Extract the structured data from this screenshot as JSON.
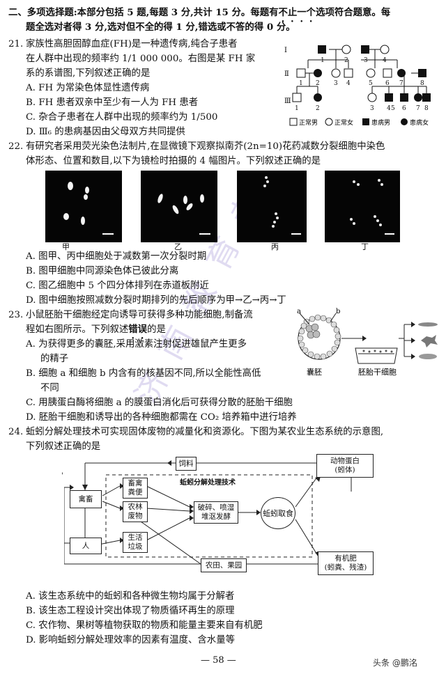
{
  "section": {
    "line1_a": "二、多项选择题:本部分包括 5 题,每题 3 分,共计 15 分。每题有",
    "line1_em": "不止一个",
    "line1_b": "选项符合题意。每",
    "line2": "题全选对者得 3 分,选对但不全的得 1 分,错选或不答的得 0 分。"
  },
  "q21": {
    "num": "21.",
    "stem": [
      "家族性高胆固醇血症(FH)是一种遗传病,纯合子患者",
      "在人群中出现的频率约 1/1 000 000。右图是某 FH 家",
      "系的系谱图,下列叙述正确的是"
    ],
    "options": [
      "A. FH 为常染色体显性遗传病",
      "B. FH 患者双亲中至少有一人为 FH 患者",
      "C. 杂合子患者在人群中出现的频率约为 1/500",
      "D. Ⅲ₆ 的患病基因由父母双方共同提供"
    ],
    "pedigree": {
      "gen_labels": [
        "Ⅰ",
        "Ⅱ",
        "Ⅲ"
      ],
      "g1_nums": [
        "1",
        "2",
        "3",
        "4"
      ],
      "g2_nums": [
        "1",
        "2",
        "3",
        "4",
        "5",
        "6",
        "7",
        "8"
      ],
      "g3_nums": [
        "1",
        "2",
        "3",
        "4",
        "5",
        "6",
        "7",
        "8"
      ],
      "legend": [
        "正常男",
        "正常女",
        "患病男",
        "患病女"
      ]
    }
  },
  "q22": {
    "num": "22.",
    "stem": [
      "有研究者采用荧光染色法制片,在显微镜下观察拟南芥(2n=10)花药减数分裂细胞中染色",
      "体形态、位置和数目,以下为镜检时拍摄的 4 幅图片。下列叙述正确的是"
    ],
    "captions": [
      "甲",
      "乙",
      "丙",
      "丁"
    ],
    "options": [
      "A. 图甲、丙中细胞处于减数第一次分裂时期",
      "B. 图甲细胞中同源染色体已彼此分离",
      "C. 图乙细胞中 5 个四分体排列在赤道板附近",
      "D. 图中细胞按照减数分裂时期排列的先后顺序为甲→乙→丙→丁"
    ]
  },
  "q23": {
    "num": "23.",
    "stem1": "小鼠胚胎干细胞经定向诱导可获得多种功能细胞,制备流",
    "stem2_a": "程如右图所示。下列叙述",
    "stem2_em": "错误",
    "stem2_b": "的是",
    "options": [
      "A. 为获得更多的囊胚,采用激素注射促进雄鼠产生更多",
      "的精子",
      "B. 细胞 a 和细胞 b 内含有的核基因不同,所以全能性高低",
      "不同",
      "C. 用胰蛋白酶将细胞 a 的膜蛋白消化后可获得分散的胚胎干细胞",
      "D. 胚胎干细胞和诱导出的各种细胞都需在 CO₂ 培养箱中进行培养"
    ],
    "figure": {
      "label_a": "a",
      "label_b": "b",
      "blastocyst": "囊胚",
      "stem_cell": "胚胎干细胞"
    }
  },
  "q24": {
    "num": "24.",
    "stem": [
      "蚯蚓分解处理技术可实现固体废物的减量化和资源化。下图为某农业生态系统的示意图,",
      "下列叙述正确的是"
    ],
    "diagram": {
      "feed": "饲料",
      "animal_protein": "动物蛋白",
      "earthworm_body": "(蚓体)",
      "title": "蚯蚓分解处理技术",
      "livestock": "禽畜",
      "manure1": "畜禽",
      "manure2": "粪便",
      "straw1": "农林",
      "straw2": "废物",
      "process1": "破碎、喷湿",
      "process2": "堆沤发酵",
      "earthworm": "蚯蚓取食",
      "human": "人",
      "garbage1": "生活",
      "garbage2": "垃圾",
      "fertilizer": "有机肥",
      "fertilizer_sub": "(蚓粪、残渣)",
      "farm": "农田、果园",
      "mark": "'"
    },
    "options": [
      "A. 该生态系统中的蚯蚓和各种微生物均属于分解者",
      "B. 该生态工程设计突出体现了物质循环再生的原理",
      "C. 农作物、果树等植物获取的物质和能量主要来自有机肥",
      "D. 影响蚯蚓分解处理效率的因素有温度、含水量等"
    ]
  },
  "page_number": "— 58 —",
  "watermark": {
    "text": "济 南 教 育 考",
    "source": "头条 @鹏洺"
  }
}
